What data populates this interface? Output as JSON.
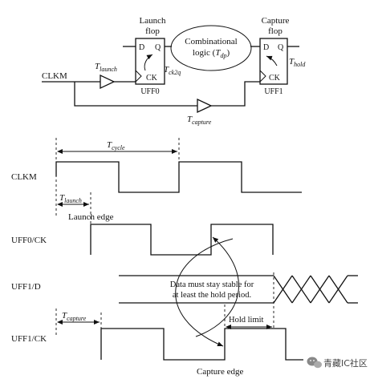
{
  "circuit": {
    "launch_flop": {
      "title_line1": "Launch",
      "title_line2": "flop",
      "d": "D",
      "q": "Q",
      "ck": "CK",
      "name": "UFF0"
    },
    "capture_flop": {
      "title_line1": "Capture",
      "title_line2": "flop",
      "d": "D",
      "q": "Q",
      "ck": "CK",
      "name": "UFF1"
    },
    "logic": {
      "line1": "Combinational",
      "line2_prefix": "logic (",
      "line2_sym": "T",
      "line2_sub": "dp",
      "line2_suffix": ")"
    },
    "clock_input": "CLKM",
    "t_launch": {
      "sym": "T",
      "sub": "launch"
    },
    "t_ck2q": {
      "sym": "T",
      "sub": "ck2q"
    },
    "t_hold": {
      "sym": "T",
      "sub": "hold"
    },
    "t_capture": {
      "sym": "T",
      "sub": "capture"
    }
  },
  "timing": {
    "t_cycle": {
      "sym": "T",
      "sub": "cycle"
    },
    "t_launch": {
      "sym": "T",
      "sub": "launch"
    },
    "t_capture": {
      "sym": "T",
      "sub": "capture"
    },
    "signals": [
      {
        "name": "CLKM"
      },
      {
        "name": "UFF0/CK"
      },
      {
        "name": "UFF1/D"
      },
      {
        "name": "UFF1/CK"
      }
    ],
    "annotations": {
      "launch_edge": "Launch edge",
      "capture_edge": "Capture edge",
      "hold_limit": "Hold limit",
      "note_line1": "Data must stay stable for",
      "note_line2": "at least the hold period."
    }
  },
  "watermark": {
    "icon": "wechat-icon",
    "text": "青藏IC社区"
  }
}
